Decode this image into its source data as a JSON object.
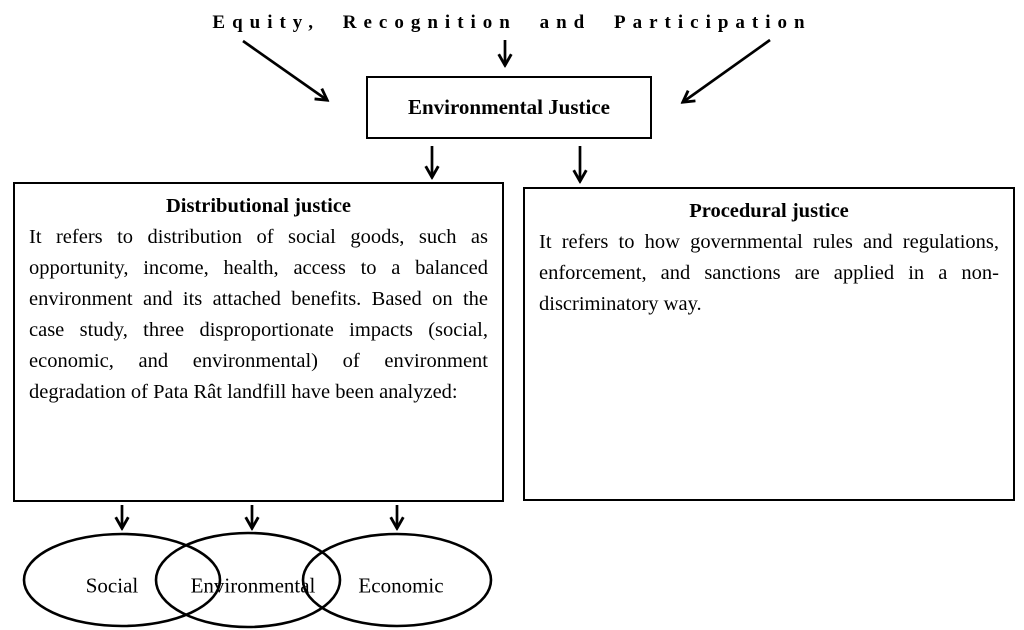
{
  "diagram": {
    "top_label": "Equity, Recognition and Participation",
    "central_node": {
      "label": "Environmental Justice"
    },
    "left_box": {
      "title": "Distributional justice",
      "body": "It refers to distribution of social goods, such as opportunity, income, health, access to a balanced environment and its attached benefits. Based on the case study, three disproportionate impacts (social, economic, and environmental) of environment degradation of Pata Rât landfill have been analyzed:"
    },
    "right_box": {
      "title": "Procedural justice",
      "body": "It refers to how governmental rules and regulations, enforcement, and sanctions are applied in a non-discriminatory way."
    },
    "ellipses": [
      {
        "label": "Social"
      },
      {
        "label": "Environmental"
      },
      {
        "label": "Economic"
      }
    ],
    "colors": {
      "ink": "#000000",
      "background": "#ffffff"
    }
  }
}
